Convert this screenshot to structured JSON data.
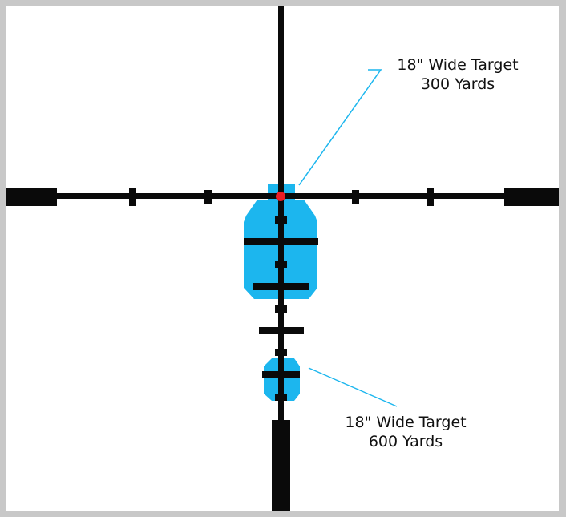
{
  "colors": {
    "frame": "#c8c8c8",
    "background": "#ffffff",
    "reticle": "#0a0a0a",
    "target": "#1cb6ee",
    "aim_dot": "#ec1c24",
    "leader_line": "#1cb6ee"
  },
  "callouts": {
    "target_300": {
      "line1": "18\" Wide Target",
      "line2": "300 Yards"
    },
    "target_600": {
      "line1": "18\" Wide Target",
      "line2": "600 Yards"
    }
  }
}
